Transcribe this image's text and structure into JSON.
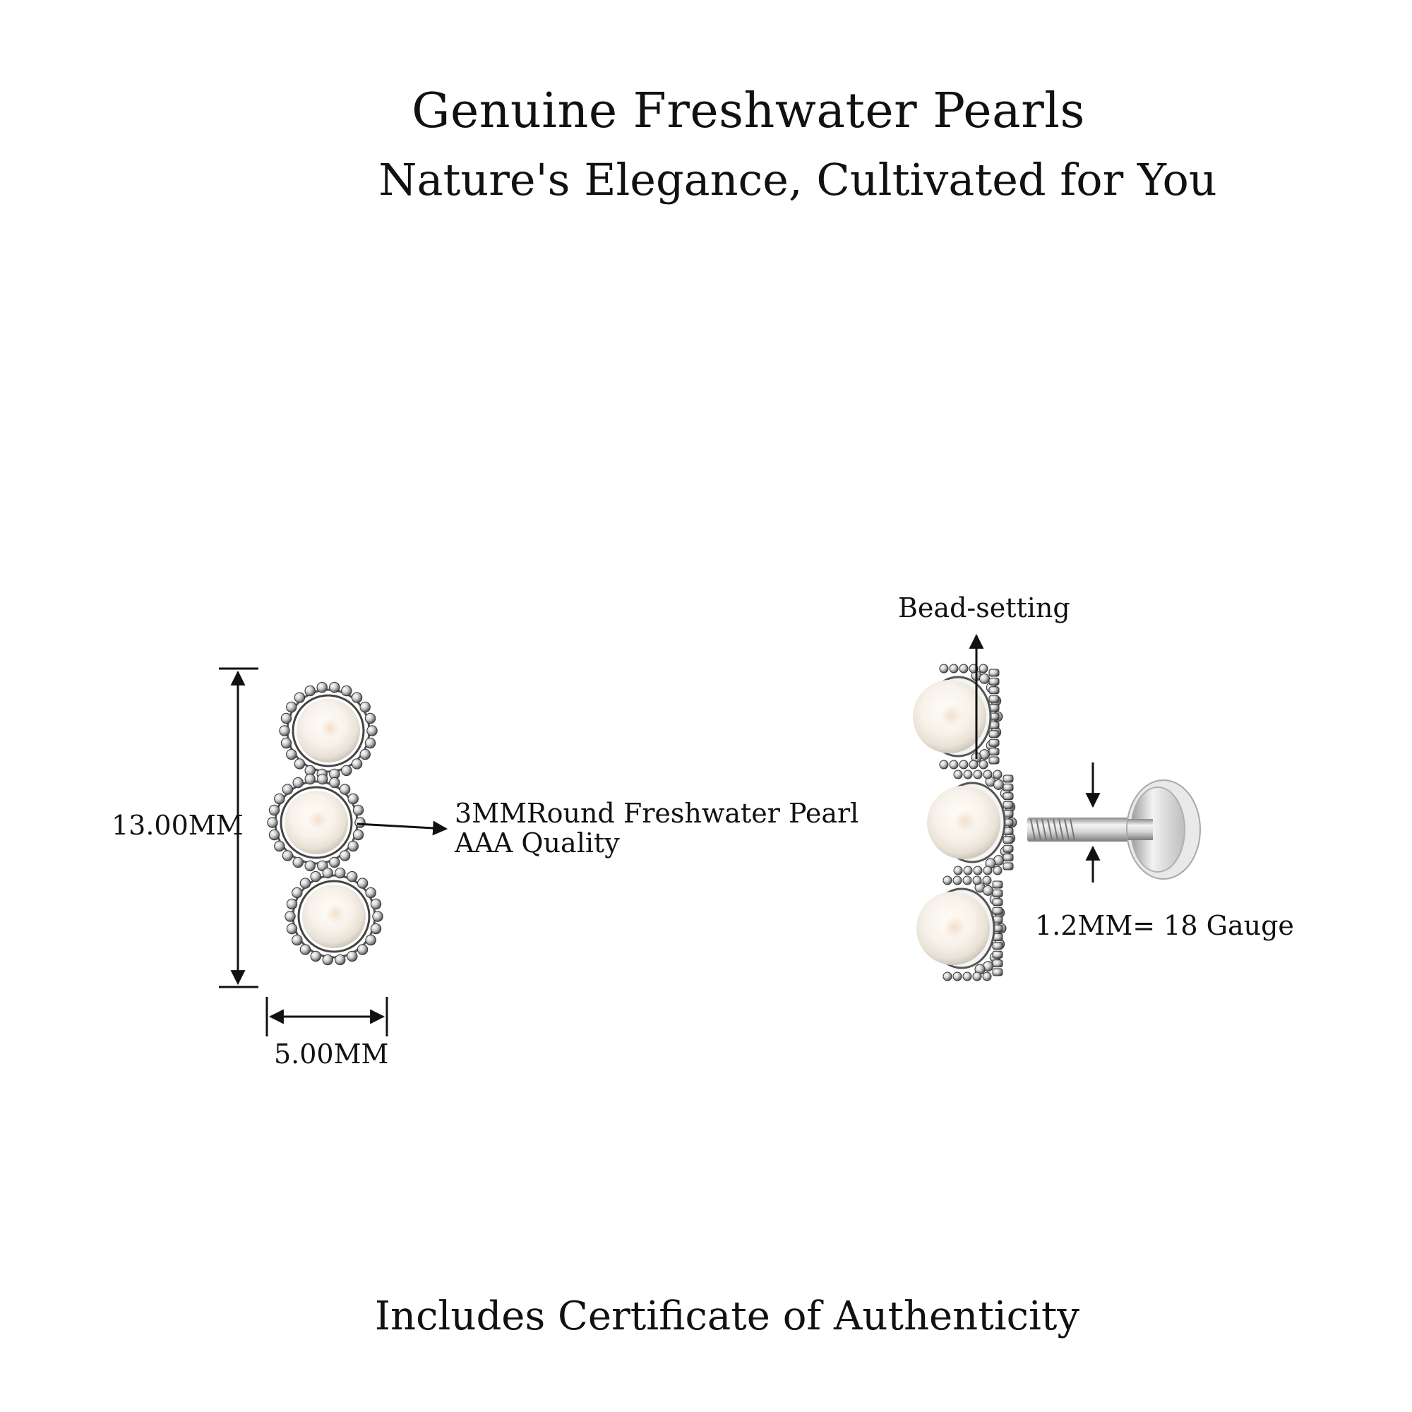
{
  "header": {
    "title": "Genuine Freshwater Pearls",
    "subtitle": "Nature's Elegance, Cultivated for You"
  },
  "front_view": {
    "height_label": "13.00MM",
    "width_label": "5.00MM",
    "pearl_callout_line1": "3MMRound Freshwater Pearl",
    "pearl_callout_line2": "AAA Quality",
    "pearl_count": 3
  },
  "side_view": {
    "setting_label": "Bead-setting",
    "gauge_label": "1.2MM=  18 Gauge"
  },
  "footer": {
    "text": "Includes Certificate of Authenticity"
  },
  "colors": {
    "text": "#111111",
    "metal": "#c9c9c9",
    "pearl": "#f7f3ec"
  }
}
